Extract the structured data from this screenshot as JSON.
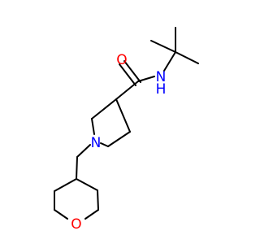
{
  "molecule": {
    "atoms": {
      "oxygen_carbonyl": {
        "symbol": "O",
        "color": "#ff0000"
      },
      "nitrogen_amide": {
        "symbol": "N",
        "color": "#0000ff"
      },
      "hydrogen_amide": {
        "symbol": "H",
        "color": "#0000ff"
      },
      "nitrogen_ring": {
        "symbol": "N",
        "color": "#0000ff"
      },
      "oxygen_ring": {
        "symbol": "O",
        "color": "#ff0000"
      }
    },
    "bond_color": "#000000"
  }
}
